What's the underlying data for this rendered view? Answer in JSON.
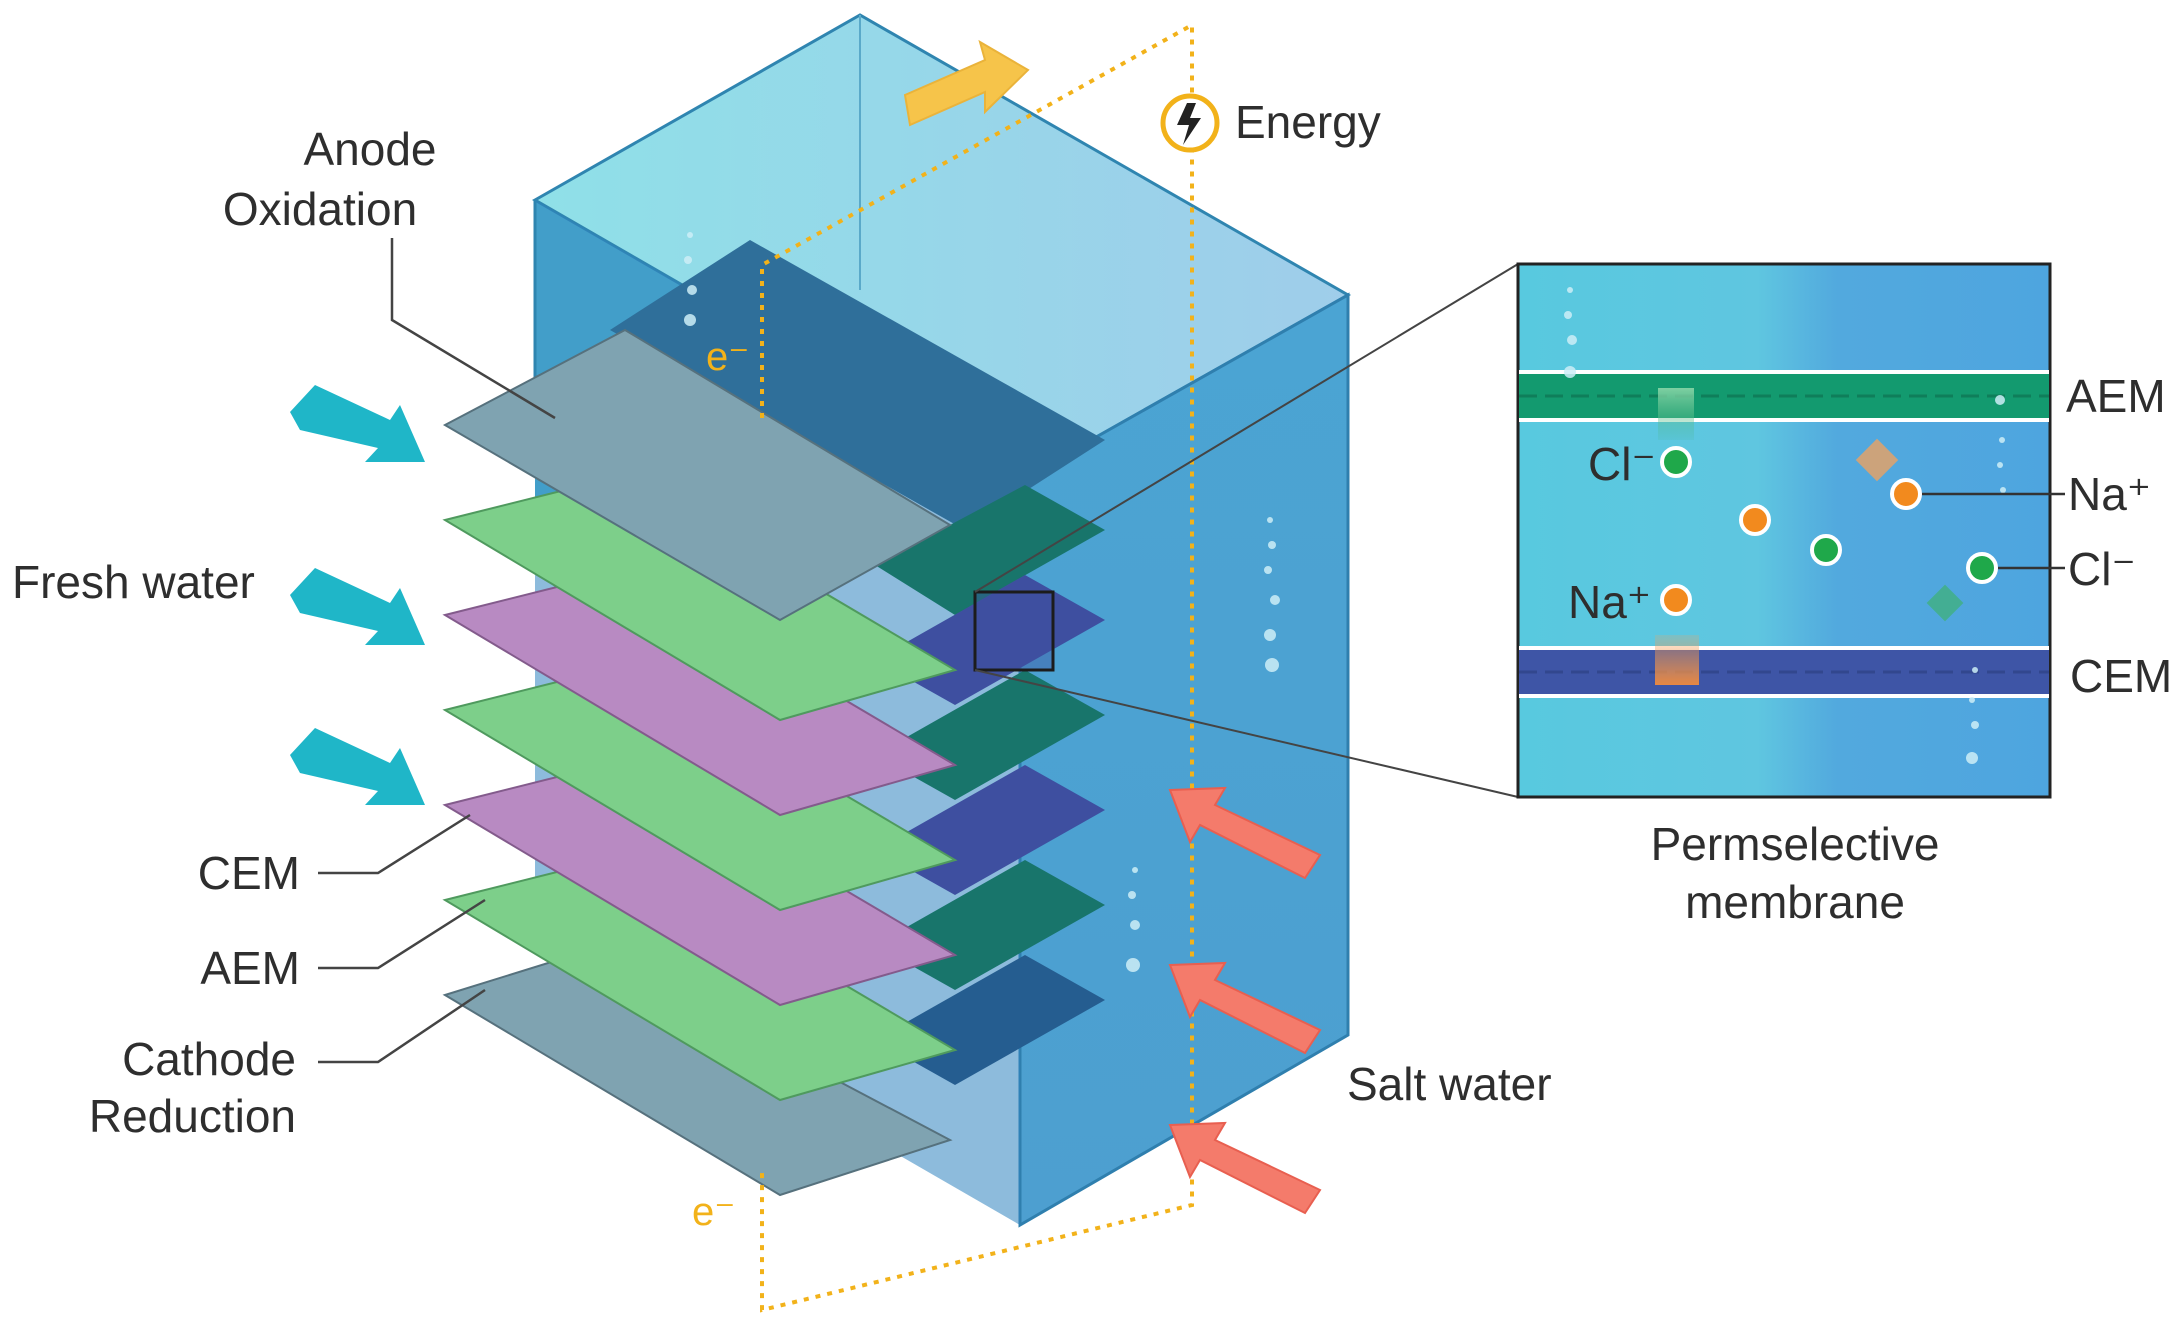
{
  "labels": {
    "anode_line1": "Anode",
    "anode_line2": "Oxidation",
    "fresh_water": "Fresh water",
    "cem": "CEM",
    "aem": "AEM",
    "cathode_line1": "Cathode",
    "cathode_line2": "Reduction",
    "salt_water": "Salt water",
    "energy": "Energy",
    "electron_top": "e⁻",
    "electron_bottom": "e⁻"
  },
  "inset": {
    "aem": "AEM",
    "cem": "CEM",
    "cl_left": "Cl⁻",
    "na_right": "Na⁺",
    "cl_right": "Cl⁻",
    "na_left": "Na⁺",
    "caption_line1": "Permselective",
    "caption_line2": "membrane"
  },
  "colors": {
    "electrode": "#7fa3b1",
    "aem_plate": "#7dcf8a",
    "cem_plate": "#b88ac2",
    "fresh_arrow": "#1fb6c8",
    "salt_arrow": "#f47b6b",
    "energy_arrow": "#f6c44a",
    "sodium_ion": "#f28a1e",
    "chloride_ion": "#1fa84a"
  },
  "icons": {
    "energy": "lightning-bolt-icon"
  }
}
